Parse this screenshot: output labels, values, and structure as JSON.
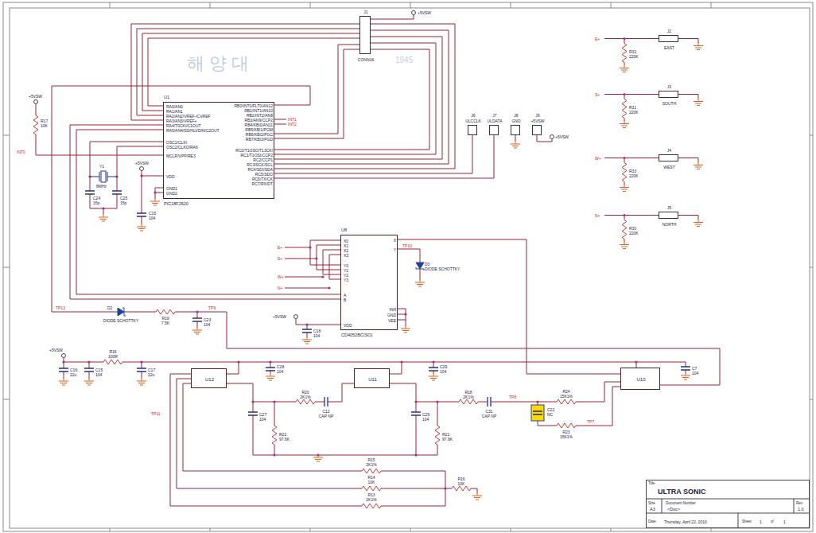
{
  "diagram": {
    "nodes": [
      {
        "text": [
          "J1",
          "CONN16"
        ]
      },
      {
        "text": [
          "J2",
          "EAST"
        ]
      },
      {
        "text": [
          "U1",
          "PIC18F2620",
          "RA0/AN0",
          "RA1/AN1",
          "RA2/AN2/VREF-/CVREF",
          "RA3/AN3/VREF+",
          "RA4/T0CKI/C1OUT",
          "RA5/AN4/SS/HLVDIN/C2OUT",
          "OSC1/CLKI",
          "OSC2/CLKO/RA6",
          "MCLR/VPP/RE3",
          "VDD",
          "GND1",
          "GND2",
          "RB0/INT0/FLT0/AN12",
          "RB1/INT1/AN10",
          "RB2/INT2/AN8",
          "RB3/AN9/CCP2",
          "RB4/KBI0/AN11",
          "RB5/KBI1/PGM",
          "RB6/KBI2/PGC",
          "RB7/KBI3/PGD",
          "RC0/T1OSO/T13CKI",
          "RC1/T1OSI/CCP2",
          "RC2/CCP1",
          "RC3/SCK/SCL",
          "RC4/SDI/SDA",
          "RC5/SDO",
          "RC6/TX/CK",
          "RC7/RX/DT"
        ]
      },
      {
        "text": [
          "J6",
          "ULCCLK"
        ]
      },
      {
        "text": [
          "J7",
          "ULDATA"
        ]
      },
      {
        "text": [
          "J8",
          "GND"
        ]
      },
      {
        "text": [
          "J9",
          "+5VSW"
        ]
      },
      {
        "text": [
          "J3",
          "SOUTH"
        ]
      },
      {
        "text": [
          "J4",
          "WEST"
        ]
      },
      {
        "text": [
          "J5",
          "NORTH"
        ]
      },
      {
        "text": [
          "U8",
          "CD4052BC(SO)",
          "X0",
          "X1",
          "X2",
          "X3",
          "Y0",
          "Y1",
          "Y2",
          "Y3",
          "A",
          "B",
          "VDD",
          "X",
          "Y",
          "INH",
          "GND",
          "VEE"
        ]
      },
      {
        "text": [
          "U12"
        ]
      },
      {
        "text": [
          "U11"
        ]
      },
      {
        "text": [
          "U10"
        ]
      },
      {
        "text": [
          "Title",
          "ULTRA SONIC",
          "Size",
          "A3",
          "Document Number",
          "<Doc>",
          "Rev",
          "1.0",
          "Date:",
          "Thursday, April 22, 2010",
          "Sheet",
          "1",
          "of",
          "1"
        ]
      }
    ],
    "edges": [
      {
        "from": 2,
        "to": 0,
        "arrow": "none"
      },
      {
        "from": 2,
        "to": 0,
        "arrow": "none"
      },
      {
        "from": 2,
        "to": 0,
        "arrow": "none"
      },
      {
        "from": 2,
        "to": 0,
        "arrow": "none"
      },
      {
        "from": 2,
        "to": 0,
        "arrow": "none"
      },
      {
        "from": 2,
        "to": 0,
        "arrow": "none"
      },
      {
        "from": 2,
        "to": 0,
        "arrow": "none"
      },
      {
        "from": 2,
        "to": 0,
        "arrow": "none"
      },
      {
        "from": 2,
        "to": 0,
        "arrow": "none"
      },
      {
        "from": 2,
        "to": 0,
        "arrow": "none"
      },
      {
        "from": 2,
        "to": 0,
        "arrow": "none"
      },
      {
        "from": 2,
        "to": 3,
        "arrow": "none"
      },
      {
        "from": 2,
        "to": 4,
        "arrow": "none"
      },
      {
        "from": 2,
        "to": 10,
        "arrow": "none"
      },
      {
        "from": 2,
        "to": 10,
        "arrow": "none"
      },
      {
        "from": 10,
        "to": 13,
        "arrow": "none"
      }
    ],
    "labels": [
      "+5VSW",
      "R17",
      "10K",
      "INT0",
      "Y1",
      "8MHz",
      "C24",
      "15p",
      "C25",
      "15p",
      "+5VSW",
      "C15",
      "104",
      "INT1",
      "INT2",
      "+5VSW",
      "1945",
      "해 양 대",
      "+5VSW",
      "E+",
      "R32",
      "220K",
      "S+",
      "R31",
      "220K",
      "W+",
      "R33",
      "220K",
      "N+",
      "R30",
      "220K",
      "E+",
      "S+",
      "W+",
      "N+",
      "TP10",
      "D3",
      "DIODE SCHOTTKY",
      "TP13",
      "D2",
      "DIODE SCHOTTKY",
      "R19",
      "7.5K",
      "TP9",
      "C23",
      "104",
      "+5VSW",
      "C18",
      "104",
      "+5VSW",
      "R16",
      "100R",
      "C16",
      "22u",
      "C15",
      "104",
      "C17",
      "22u",
      "C28",
      "104",
      "C29",
      "104",
      "C7",
      "104",
      "R20",
      "2K1%",
      "C12",
      "CAP NP",
      "R18",
      "2K1%",
      "C31",
      "CAP NP",
      "TP8",
      "R24",
      "15K1%",
      "C22",
      "NC",
      "R23",
      "15K1%",
      "TP7",
      "TP11",
      "C27",
      "104",
      "R22",
      "97.6K",
      "C26",
      "104",
      "R21",
      "97.6K",
      "R15",
      "2K1%",
      "R14",
      "10K",
      "R13",
      "2K1%",
      "R16",
      "10K"
    ]
  }
}
